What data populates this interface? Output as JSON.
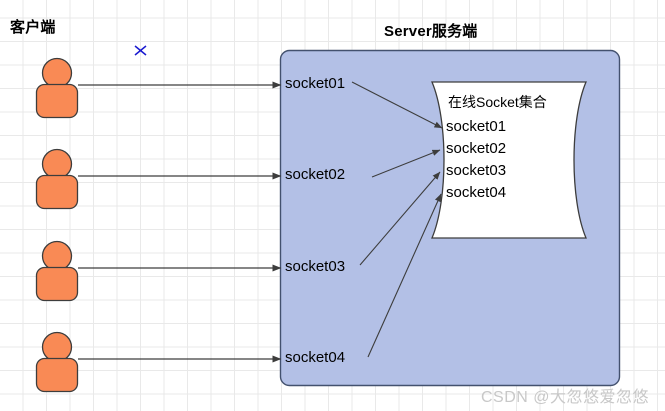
{
  "diagram": {
    "type": "architecture-diagram",
    "background": "grid",
    "colors": {
      "actor_fill": "#f98a55",
      "actor_stroke": "#3d3d3d",
      "server_fill": "#b3c0e6",
      "server_stroke": "#43516e",
      "set_fill": "#ffffff",
      "set_stroke": "#3d3d3d",
      "arrow": "#3d3d3d",
      "marker": "#1a1ad0",
      "watermark": "#c8c8c8"
    },
    "client_title": "客户端",
    "server_title": "Server服务端",
    "actors": [
      {
        "name": "client-actor-1"
      },
      {
        "name": "client-actor-2"
      },
      {
        "name": "client-actor-3"
      },
      {
        "name": "client-actor-4"
      }
    ],
    "server_sockets": [
      "socket01",
      "socket02",
      "socket03",
      "socket04"
    ],
    "socket_set": {
      "title": "在线Socket集合",
      "items": [
        "socket01",
        "socket02",
        "socket03",
        "socket04"
      ]
    },
    "cursor_marker": "x-marker",
    "watermark": "CSDN @大忽悠爱忽悠"
  }
}
